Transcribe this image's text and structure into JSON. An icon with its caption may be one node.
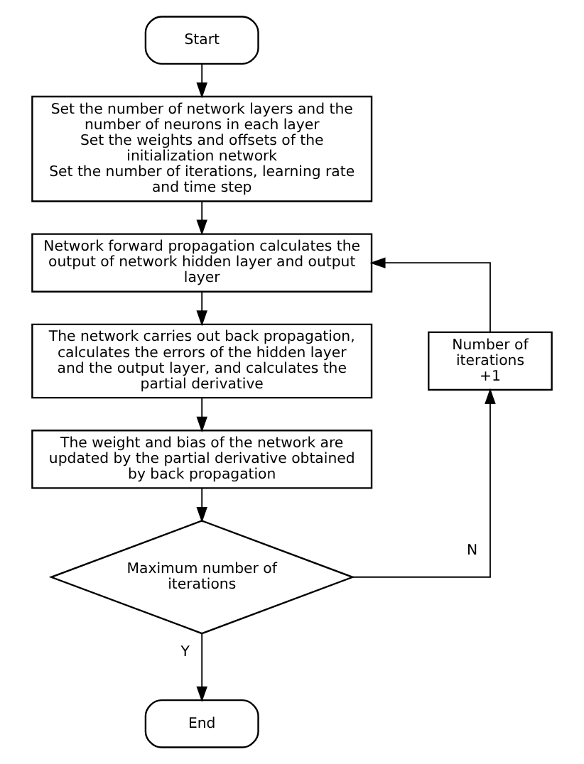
{
  "diagram": {
    "nodes": [
      {
        "text": [
          "Start"
        ]
      },
      {
        "text": [
          "Set the number of network layers and the number of neurons in each layer",
          "Set the weights and offsets of the initialization network",
          "Set the number of iterations, learning rate and time step"
        ]
      },
      {
        "text": [
          "Network forward propagation calculates the output of network hidden layer and output layer"
        ]
      },
      {
        "text": [
          "The network carries out back propagation, calculates the errors of the hidden layer and the output layer, and calculates the partial derivative"
        ]
      },
      {
        "text": [
          "The weight and bias of the network are updated by the partial derivative obtained by back propagation"
        ]
      },
      {
        "text": [
          "Maximum number of iterations"
        ]
      },
      {
        "text": [
          "Number of iterations +1"
        ]
      },
      {
        "text": [
          "End"
        ]
      }
    ],
    "edges": [
      {
        "from": 0,
        "to": 1,
        "arrow": "to"
      },
      {
        "from": 1,
        "to": 2,
        "arrow": "to"
      },
      {
        "from": 2,
        "to": 3,
        "arrow": "to"
      },
      {
        "from": 3,
        "to": 4,
        "arrow": "to"
      },
      {
        "from": 4,
        "to": 5,
        "arrow": "to"
      },
      {
        "from": 5,
        "to": 6,
        "arrow": "to",
        "label": "N"
      },
      {
        "from": 6,
        "to": 2,
        "arrow": "to"
      },
      {
        "from": 5,
        "to": 7,
        "arrow": "to",
        "label": "Y"
      }
    ]
  }
}
